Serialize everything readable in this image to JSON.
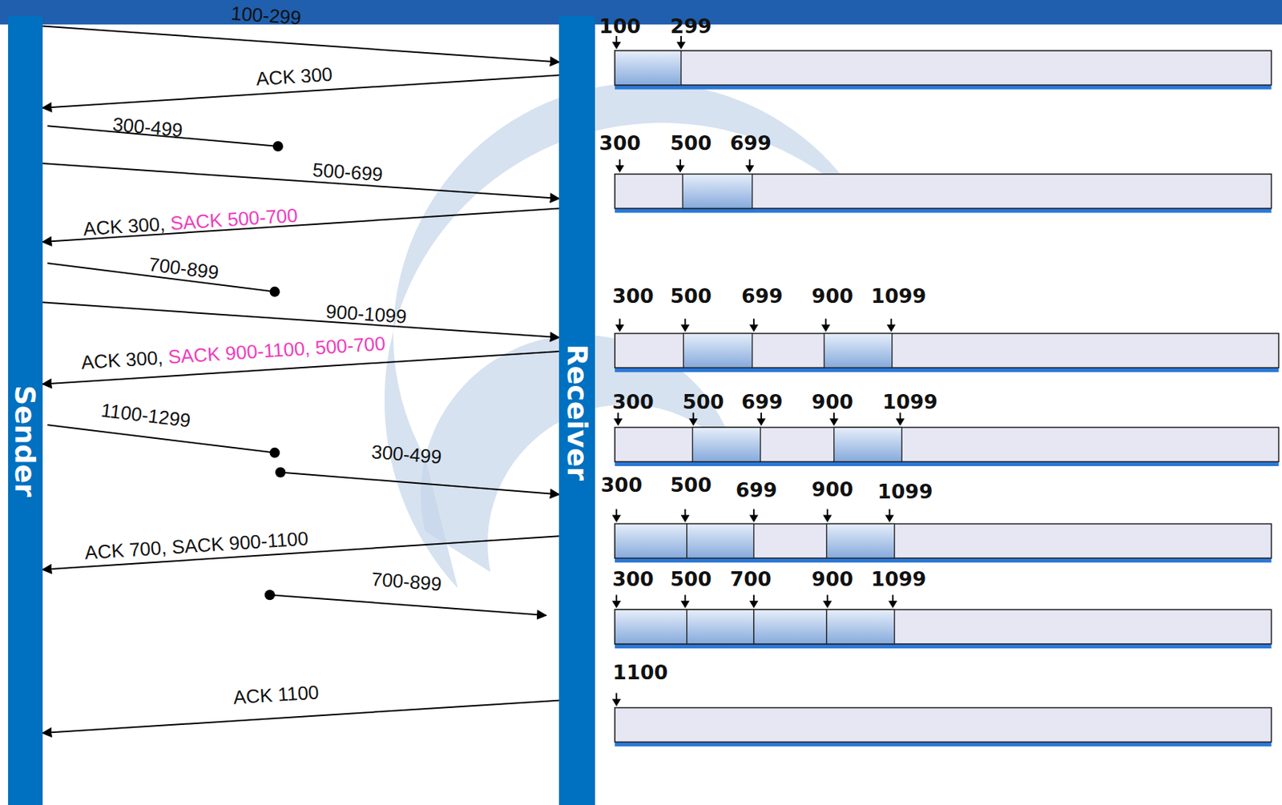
{
  "diagram": {
    "nodes": [
      {
        "text": [
          "Sender"
        ]
      },
      {
        "text": [
          "Receiver"
        ]
      }
    ],
    "edges": [
      {
        "from": 0,
        "to": 1,
        "arrow": "to",
        "label": "100-299"
      },
      {
        "from": 1,
        "to": 0,
        "arrow": "to",
        "label": "ACK 300"
      },
      {
        "from": 0,
        "to": 1,
        "arrow": "to",
        "label": "500-699"
      },
      {
        "from": 1,
        "to": 0,
        "arrow": "to",
        "label": "ACK 300, SACK 500-700"
      },
      {
        "from": 0,
        "to": 1,
        "arrow": "to",
        "label": "900-1099"
      },
      {
        "from": 1,
        "to": 0,
        "arrow": "to",
        "label": "ACK 300, SACK 900-1100, 500-700"
      },
      {
        "from": 1,
        "to": 0,
        "arrow": "to",
        "label": "ACK 700, SACK 900-1100"
      },
      {
        "from": 1,
        "to": 0,
        "arrow": "to",
        "label": "ACK 1100"
      }
    ],
    "labels": [
      "300-499",
      "700-899",
      "1100-1299",
      "300-499",
      "700-899",
      "100",
      "299",
      "300",
      "500",
      "699",
      "300",
      "500",
      "699",
      "900",
      "1099",
      "300",
      "500",
      "699",
      "900",
      "1099",
      "300",
      "500",
      "699",
      "900",
      "1099",
      "300",
      "500",
      "700",
      "900",
      "1099",
      "1100"
    ]
  }
}
